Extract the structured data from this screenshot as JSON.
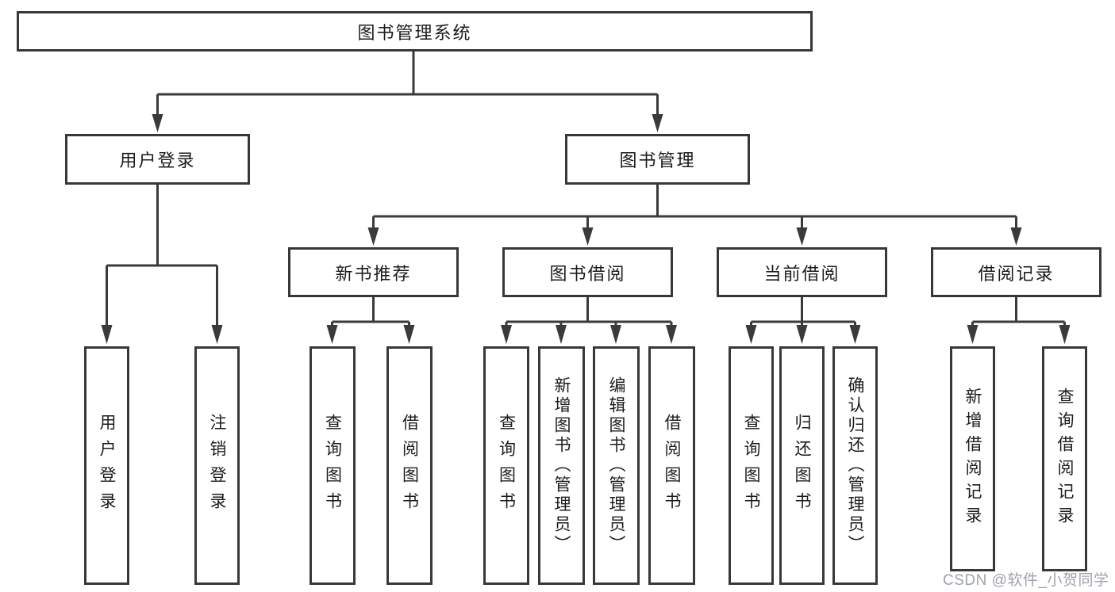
{
  "diagram": {
    "title": "图书管理系统",
    "level2": {
      "user_login": "用户登录",
      "book_management": "图书管理"
    },
    "level3": {
      "new_book_recommend": "新书推荐",
      "book_borrow": "图书借阅",
      "current_borrow": "当前借阅",
      "borrow_record": "借阅记录"
    },
    "leaves": {
      "user_login": [
        "用户登录",
        "注销登录"
      ],
      "new_book_recommend": [
        "查询图书",
        "借阅图书"
      ],
      "book_borrow": [
        "查询图书",
        "新增图书（管理员）",
        "编辑图书（管理员）",
        "借阅图书"
      ],
      "current_borrow": [
        "查询图书",
        "归还图书",
        "确认归还（管理员）"
      ],
      "borrow_record": [
        "新增借阅记录",
        "查询借阅记录"
      ]
    }
  },
  "watermark": "CSDN @软件_小贺同学",
  "colors": {
    "line": "#3a3a3a",
    "box_border": "#383838",
    "text": "#1c1c1c",
    "background": "#ffffff",
    "watermark": "#9da3ab"
  }
}
